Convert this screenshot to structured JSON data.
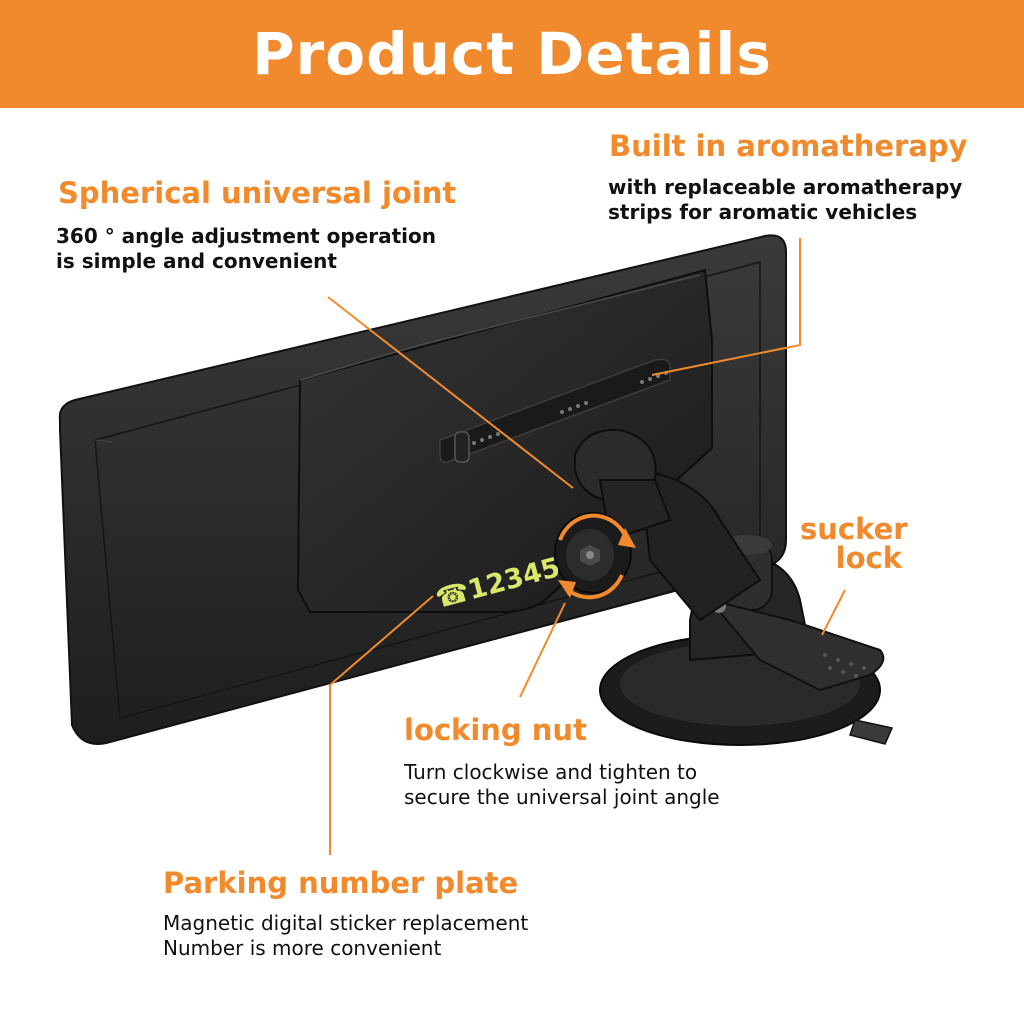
{
  "header": {
    "title": "Product Details"
  },
  "features": {
    "joint": {
      "title": "Spherical universal joint",
      "lines": [
        "360 ° angle adjustment operation",
        "is simple and convenient"
      ]
    },
    "aroma": {
      "title": "Built in aromatherapy",
      "lines": [
        "with replaceable aromatherapy",
        "strips for aromatic vehicles"
      ]
    },
    "sucker": {
      "title_lines": [
        "sucker",
        "lock"
      ]
    },
    "nut": {
      "title": "locking nut",
      "lines": [
        "Turn clockwise and tighten to",
        "secure the universal joint angle"
      ]
    },
    "plate": {
      "title": "Parking number plate",
      "lines": [
        "Magnetic digital sticker replacement",
        "Number is more convenient"
      ]
    }
  },
  "product": {
    "plate_number": "☎123456"
  },
  "colors": {
    "accent": "#f08a2c",
    "body": "#2b2b2b",
    "digits": "#d9e86a"
  }
}
